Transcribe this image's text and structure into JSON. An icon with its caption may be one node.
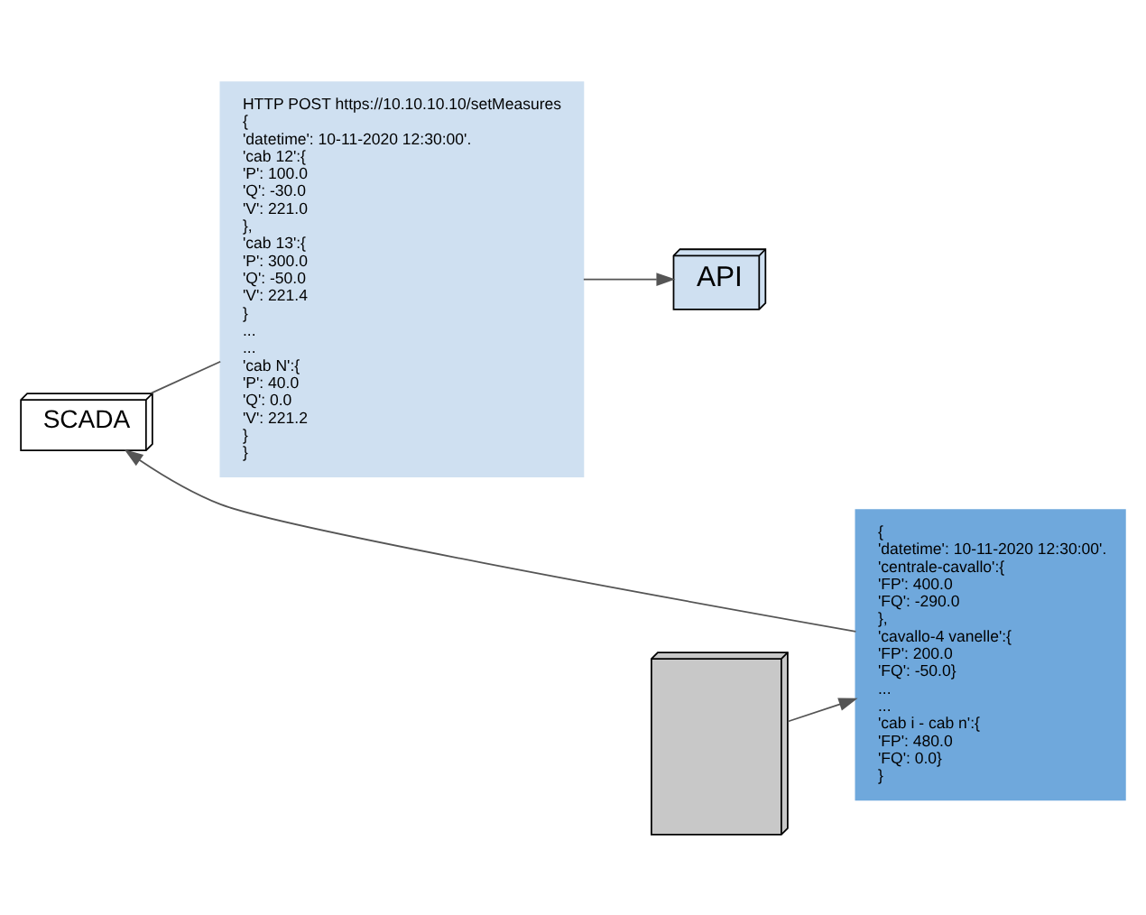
{
  "diagram": {
    "nodes": [
      {
        "text": [
          "SCADA"
        ]
      },
      {
        "text": [
          "HTTP POST https://10.10.10.10/setMeasures",
          "{",
          "'datetime': 10-11-2020 12:30:00'.",
          "'cab 12':{",
          "'P': 100.0",
          "'Q': -30.0",
          "'V': 221.0",
          "},",
          "'cab 13':{",
          "'P': 300.0",
          "'Q': -50.0",
          "'V': 221.4",
          "}",
          "...",
          "...",
          "'cab N':{",
          "'P': 40.0",
          "'Q': 0.0",
          "'V': 221.2",
          "}",
          "}"
        ]
      },
      {
        "text": [
          "API"
        ]
      },
      {
        "text": [],
        "shape": "box"
      },
      {
        "text": [
          "{",
          "'datetime': 10-11-2020 12:30:00'.",
          "'centrale-cavallo':{",
          "'FP': 400.0",
          "'FQ': -290.0",
          "},",
          "'cavallo-4 vanelle':{",
          "'FP': 200.0",
          "'FQ': -50.0}",
          "...",
          "...",
          "'cab i - cab n':{",
          "'FP': 480.0",
          "'FQ': 0.0}",
          "}"
        ]
      }
    ],
    "edges": [
      {
        "from": 0,
        "to": 1,
        "arrow": "none"
      },
      {
        "from": 1,
        "to": 2,
        "arrow": "to"
      },
      {
        "from": 3,
        "to": 4,
        "arrow": "to"
      },
      {
        "from": 4,
        "to": 0,
        "arrow": "to"
      }
    ]
  }
}
